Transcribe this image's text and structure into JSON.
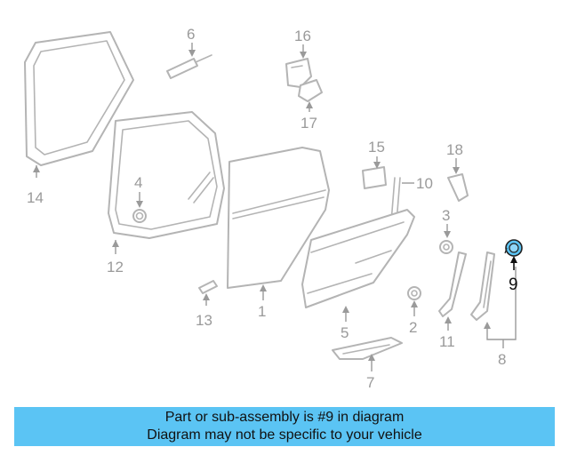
{
  "diagram": {
    "highlight_color": "#5bc4f4",
    "callouts": [
      {
        "id": "1",
        "label": "1"
      },
      {
        "id": "2",
        "label": "2"
      },
      {
        "id": "3",
        "label": "3"
      },
      {
        "id": "4",
        "label": "4"
      },
      {
        "id": "5",
        "label": "5"
      },
      {
        "id": "6",
        "label": "6"
      },
      {
        "id": "7",
        "label": "7"
      },
      {
        "id": "8",
        "label": "8"
      },
      {
        "id": "9",
        "label": "9"
      },
      {
        "id": "10",
        "label": "10"
      },
      {
        "id": "11",
        "label": "11"
      },
      {
        "id": "12",
        "label": "12"
      },
      {
        "id": "13",
        "label": "13"
      },
      {
        "id": "14",
        "label": "14"
      },
      {
        "id": "15",
        "label": "15"
      },
      {
        "id": "16",
        "label": "16"
      },
      {
        "id": "17",
        "label": "17"
      },
      {
        "id": "18",
        "label": "18"
      }
    ]
  },
  "banner": {
    "line1": "Part or sub-assembly is #9 in diagram",
    "line2": "Diagram may not be specific to your vehicle",
    "background": "#5bc4f4"
  }
}
